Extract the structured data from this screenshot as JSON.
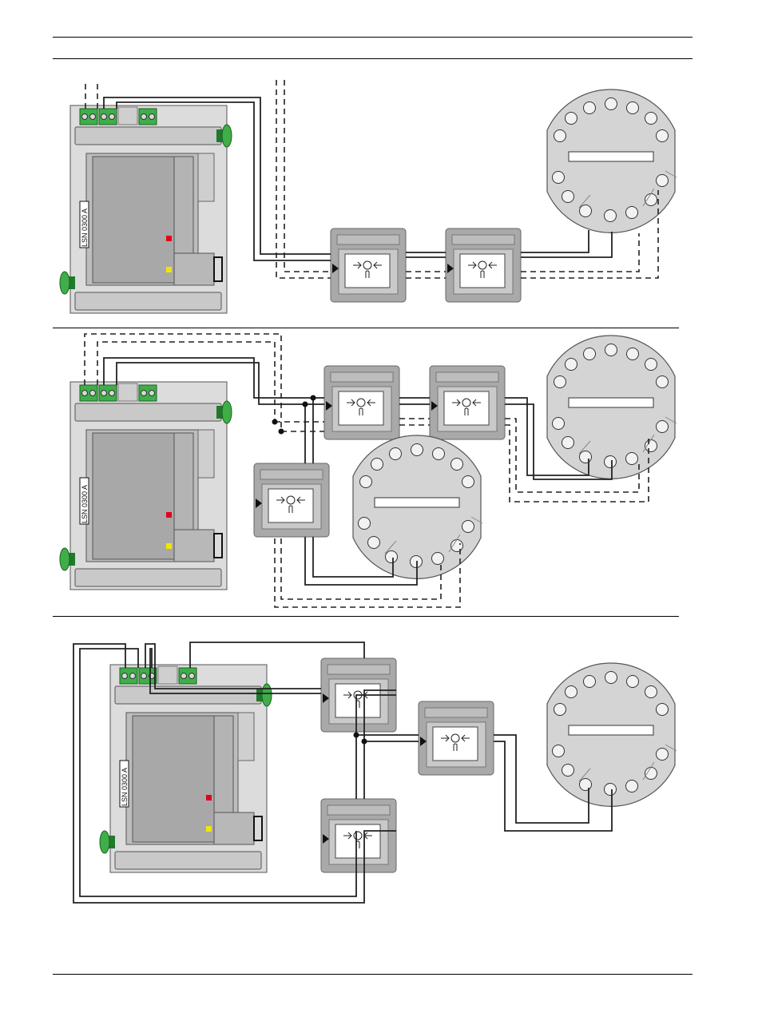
{
  "module_label": "LSN 0300 A",
  "diagrams": [
    {
      "id": "top",
      "topology": "stub"
    },
    {
      "id": "middle",
      "topology": "branch"
    },
    {
      "id": "bottom",
      "topology": "loop"
    }
  ],
  "colors": {
    "terminal_green": "#3fae49",
    "housing_gray": "#c4c4c4",
    "panel_gray": "#a7a7a7",
    "led_red": "#e3001b",
    "led_yellow": "#f2e600"
  }
}
